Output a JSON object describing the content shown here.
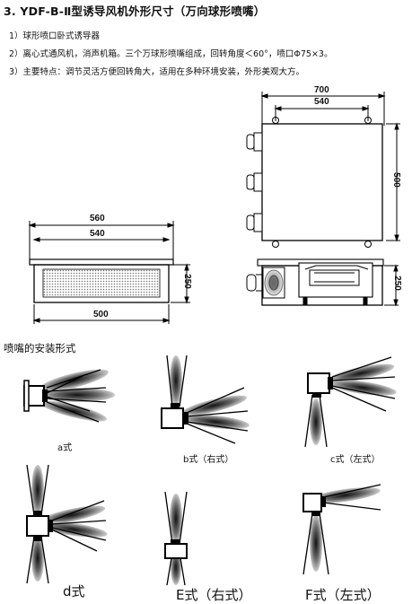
{
  "title": "3. YDF-B-Ⅱ型诱导风机外形尺寸（万向球形喷嘴）",
  "items": [
    "1）球形喷口卧式诱导器",
    "2）离心式通风机，消声机箱。三个万球形喷嘴组成，回转角度＜60°，喷口Φ75×3。",
    "3）主要特点：调节灵活方便回转角大，适用在多种环境安装，外形美观大方。"
  ],
  "dimensions": {
    "front_outer": "560",
    "front_inner": "540",
    "front_bottom": "500",
    "front_height": "250",
    "top_outer": "700",
    "top_inner": "540",
    "top_depth": "500",
    "side_height": "250"
  },
  "install_heading": "喷嘴的安装形式",
  "forms": {
    "a": "a式",
    "b": "b式（右式）",
    "c": "c式（左式）",
    "d": "d式",
    "e": "E式（右式）",
    "f": "F式（左式）"
  }
}
